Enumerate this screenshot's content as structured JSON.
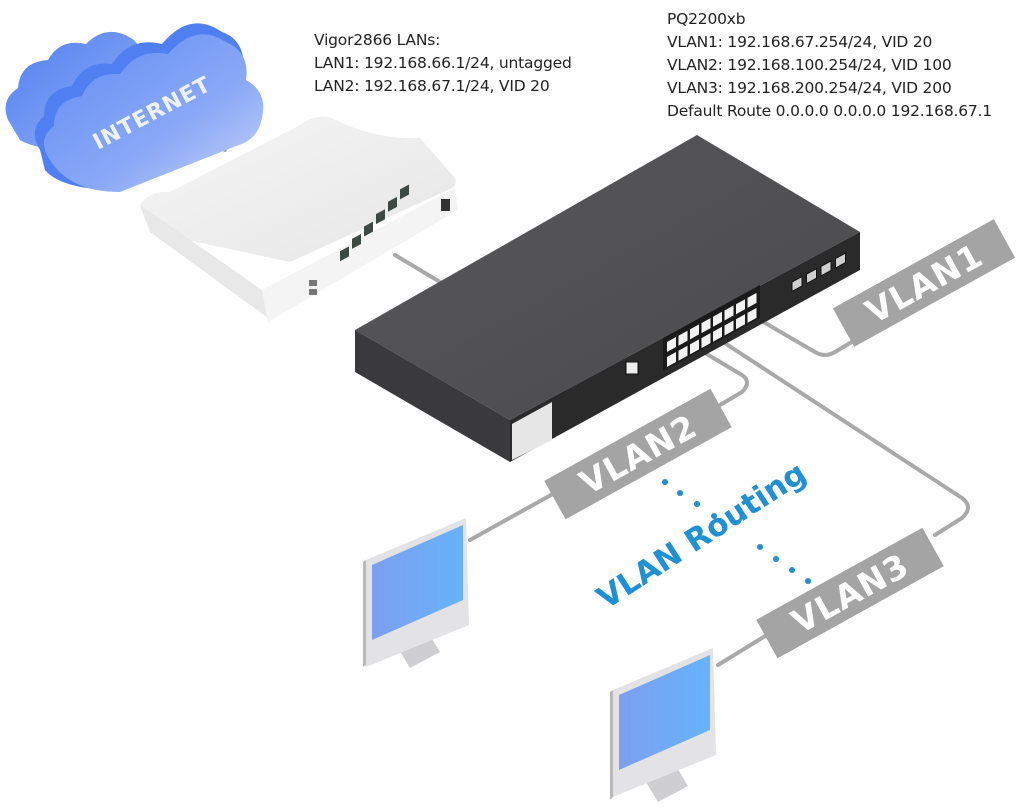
{
  "vigor_note": {
    "title": "Vigor2866 LANs:",
    "lines": [
      "LAN1: 192.168.66.1/24, untagged",
      "LAN2: 192.168.67.1/24, VID 20"
    ]
  },
  "switch_note": {
    "title": "PQ2200xb",
    "lines": [
      "VLAN1: 192.168.67.254/24, VID 20",
      "VLAN2: 192.168.100.254/24, VID 100",
      "VLAN3: 192.168.200.254/24, VID 200",
      "Default Route 0.0.0.0 0.0.0.0 192.168.67.1"
    ]
  },
  "cloud": {
    "label": "INTERNET"
  },
  "vlan_tags": {
    "vlan1": "VLAN1",
    "vlan2": "VLAN2",
    "vlan3": "VLAN3"
  },
  "routing_label": "VLAN Routing",
  "colors": {
    "cloud": "#6f97f5",
    "cable": "#a9a9a9",
    "tag": "#a4a4a4",
    "routing": "#1e90d6",
    "switch_body": "#4a4a4c",
    "router_body": "#f0f0f0",
    "screen": "#6fa8f7"
  }
}
